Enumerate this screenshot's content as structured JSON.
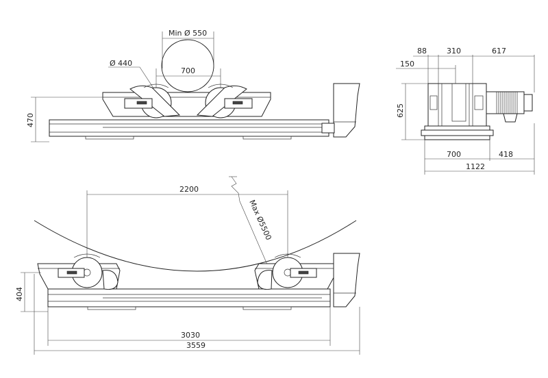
{
  "top_view": {
    "dim_min_diameter": "Min Ø 550",
    "dim_wheel_diameter": "Ø 440",
    "dim_wheel_spacing": "700",
    "dim_height": "470"
  },
  "side_view": {
    "dim_88": "88",
    "dim_310": "310",
    "dim_617": "617",
    "dim_150": "150",
    "dim_height": "625",
    "dim_700": "700",
    "dim_418": "418",
    "dim_total_width": "1122"
  },
  "bottom_view": {
    "dim_max_spacing": "2200",
    "dim_max_diameter": "Max Ø5500",
    "dim_height": "404",
    "dim_rail_length": "3030",
    "dim_total_length": "3559"
  },
  "colors": {
    "line": "#222222",
    "background": "#ffffff"
  }
}
